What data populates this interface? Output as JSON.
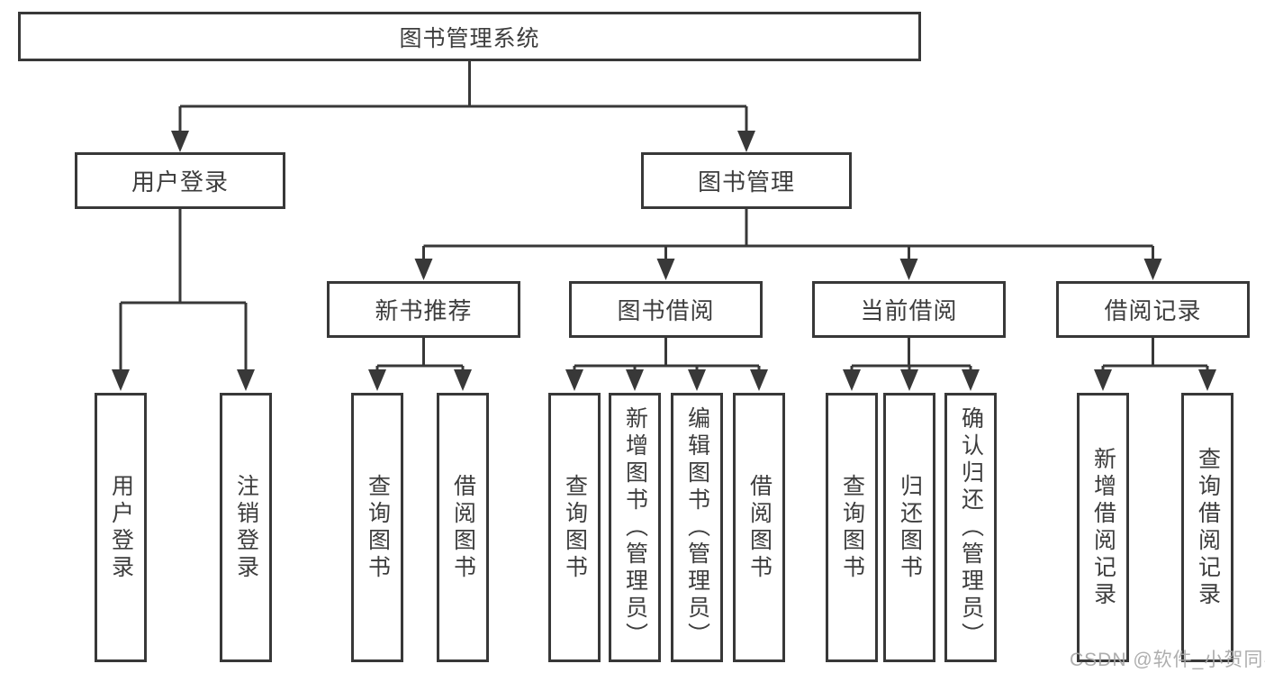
{
  "diagram": {
    "root": {
      "label": "图书管理系统"
    },
    "level2": [
      {
        "label": "用户登录"
      },
      {
        "label": "图书管理"
      }
    ],
    "level3": [
      {
        "label": "新书推荐"
      },
      {
        "label": "图书借阅"
      },
      {
        "label": "当前借阅"
      },
      {
        "label": "借阅记录"
      }
    ],
    "leaves": {
      "user_login": [
        "用户登录",
        "注销登录"
      ],
      "new_book_recommend": [
        "查询图书",
        "借阅图书"
      ],
      "book_borrow": [
        "查询图书",
        "新增图书（管理员）",
        "编辑图书（管理员）",
        "借阅图书"
      ],
      "current_borrow": [
        "查询图书",
        "归还图书",
        "确认归还（管理员）"
      ],
      "borrow_records": [
        "新增借阅记录",
        "查询借阅记录"
      ]
    },
    "colors": {
      "line": "#383838",
      "text": "#3d3d3d",
      "background": "#ffffff",
      "watermark": "#a5a5a5"
    }
  },
  "watermark": {
    "text": "CSDN @软件_小贺同学"
  }
}
